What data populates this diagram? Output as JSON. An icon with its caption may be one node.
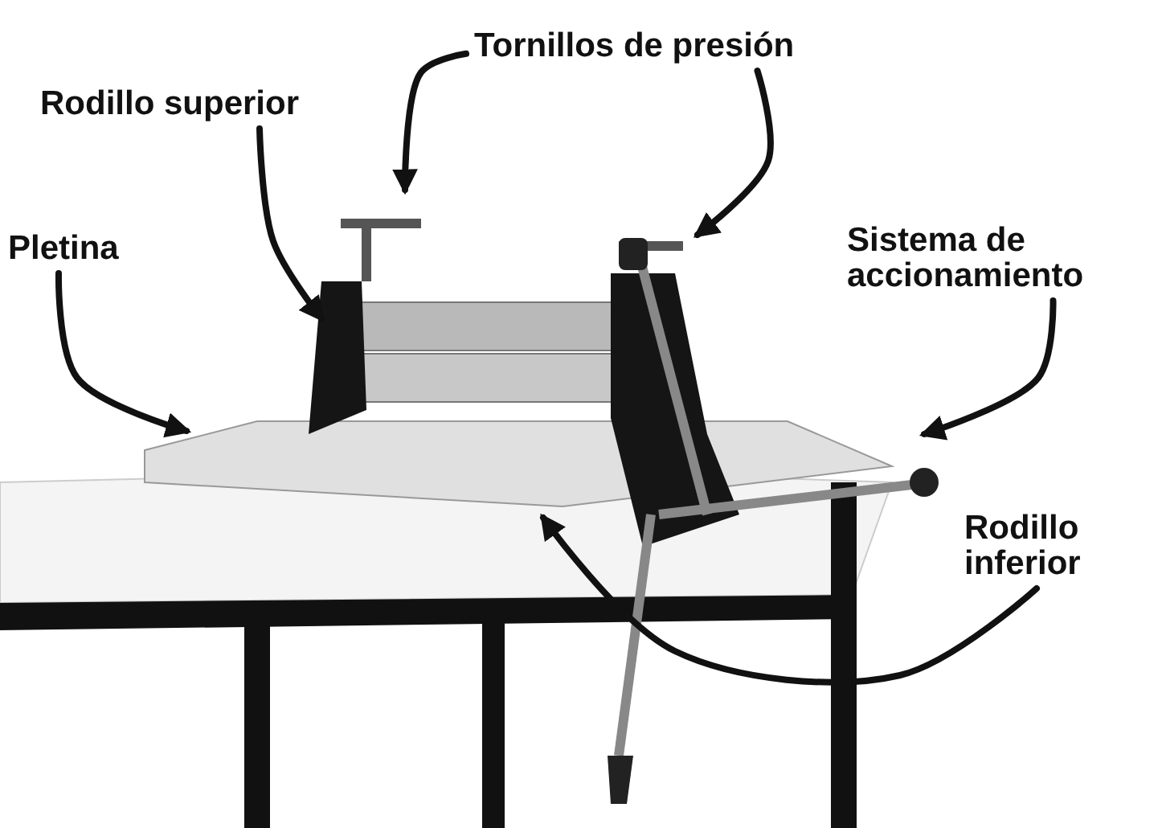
{
  "diagram": {
    "nodes": [
      {
        "text": [
          "Tornillos de presión"
        ]
      },
      {
        "text": [
          "Rodillo superior"
        ]
      },
      {
        "text": [
          "Pletina"
        ]
      },
      {
        "text": [
          "Sistema de accionamiento"
        ]
      },
      {
        "text": [
          "Rodillo inferior"
        ]
      }
    ],
    "edges": [
      {
        "from": 0,
        "to": null,
        "arrow": "to"
      },
      {
        "from": 0,
        "to": null,
        "arrow": "to"
      },
      {
        "from": 1,
        "to": null,
        "arrow": "to"
      },
      {
        "from": 2,
        "to": null,
        "arrow": "to"
      },
      {
        "from": 3,
        "to": null,
        "arrow": "to"
      },
      {
        "from": 4,
        "to": null,
        "arrow": "to"
      }
    ]
  }
}
